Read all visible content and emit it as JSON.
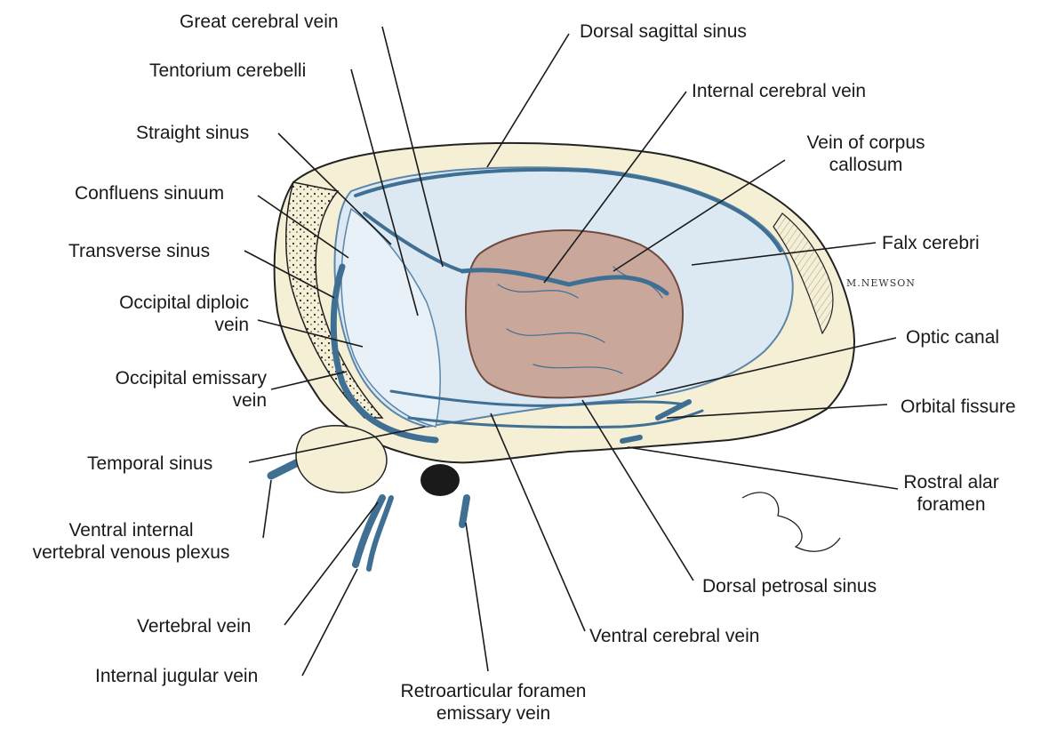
{
  "labels": {
    "great_cerebral_vein": "Great cerebral vein",
    "dorsal_sagittal_sinus": "Dorsal sagittal sinus",
    "tentorium_cerebelli": "Tentorium cerebelli",
    "internal_cerebral_vein": "Internal cerebral vein",
    "straight_sinus": "Straight sinus",
    "vein_of_corpus_callosum_1": "Vein of corpus",
    "vein_of_corpus_callosum_2": "callosum",
    "confluens_sinuum": "Confluens sinuum",
    "transverse_sinus": "Transverse sinus",
    "falx_cerebri": "Falx cerebri",
    "occipital_diploic_vein_1": "Occipital diploic",
    "occipital_diploic_vein_2": "vein",
    "optic_canal": "Optic canal",
    "occipital_emissary_vein_1": "Occipital emissary",
    "occipital_emissary_vein_2": "vein",
    "orbital_fissure": "Orbital fissure",
    "temporal_sinus": "Temporal sinus",
    "rostral_alar_foramen_1": "Rostral alar",
    "rostral_alar_foramen_2": "foramen",
    "ventral_internal_vertebral_plexus_1": "Ventral internal",
    "ventral_internal_vertebral_plexus_2": "vertebral venous plexus",
    "dorsal_petrosal_sinus": "Dorsal petrosal sinus",
    "vertebral_vein": "Vertebral vein",
    "ventral_cerebral_vein": "Ventral cerebral vein",
    "internal_jugular_vein": "Internal jugular vein",
    "retroarticular_emissary_1": "Retroarticular foramen",
    "retroarticular_emissary_2": "emissary vein"
  },
  "signature": "M.NEWSON",
  "colors": {
    "bone": "#f5efd6",
    "dura": "#dce9f3",
    "brain": "#c9a79a",
    "vein": "#3f6f93"
  }
}
